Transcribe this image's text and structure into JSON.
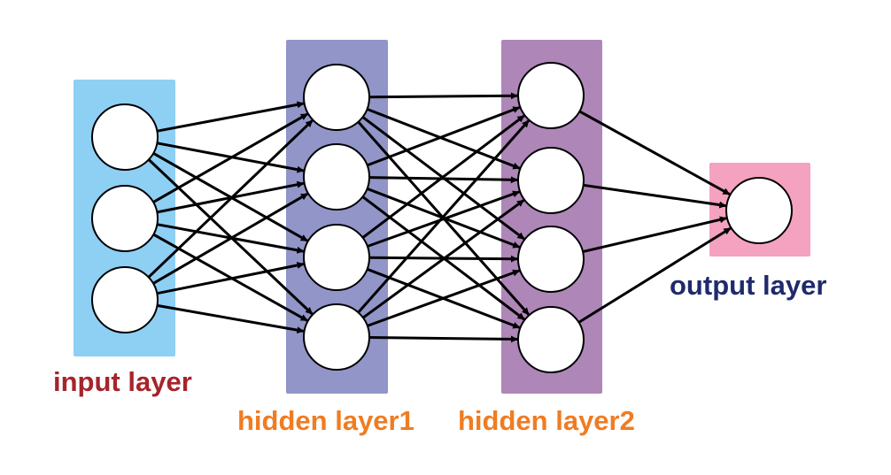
{
  "diagram": {
    "layers": [
      {
        "id": "input",
        "label": "input layer",
        "node_count": 3,
        "band_color": "#8ecff4",
        "label_color": "#a6242b"
      },
      {
        "id": "hidden1",
        "label": "hidden layer1",
        "node_count": 4,
        "band_color": "#9195c8",
        "label_color": "#f07c22"
      },
      {
        "id": "hidden2",
        "label": "hidden layer2",
        "node_count": 4,
        "band_color": "#ae86b8",
        "label_color": "#f07c22"
      },
      {
        "id": "output",
        "label": "output layer",
        "node_count": 1,
        "band_color": "#f5a1c0",
        "label_color": "#1f2a6d"
      }
    ],
    "connections": "fully-connected",
    "edge_color": "#000000",
    "node_fill": "#ffffff",
    "node_stroke": "#000000"
  }
}
